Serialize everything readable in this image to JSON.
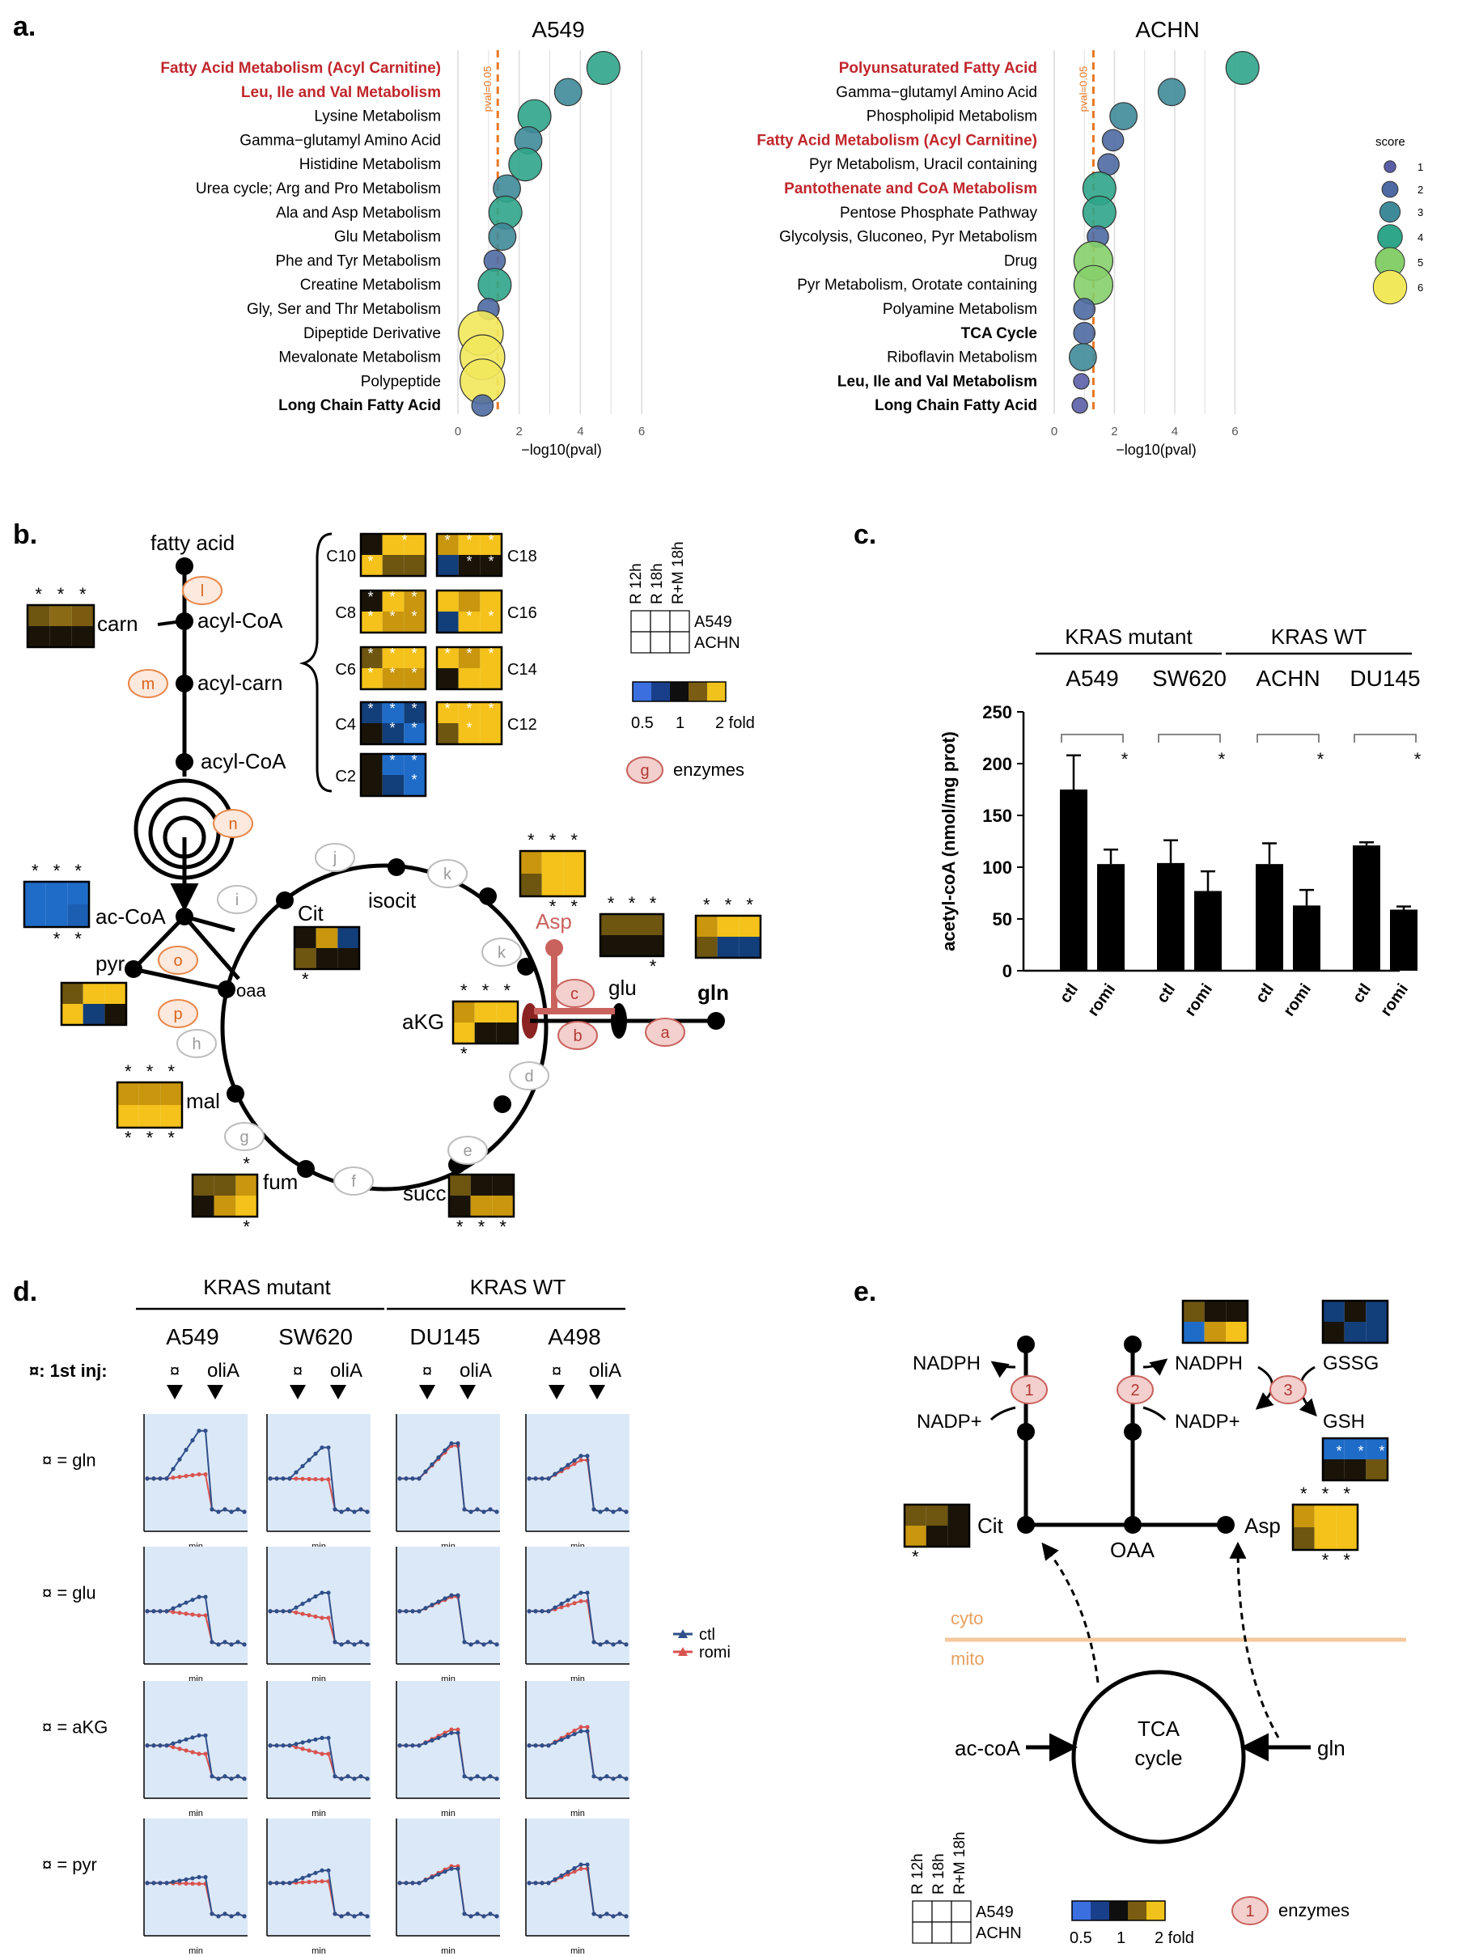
{
  "panel_labels": {
    "a": "a.",
    "b": "b.",
    "c": "c.",
    "d": "d.",
    "e": "e."
  },
  "panel_a": {
    "panels": [
      {
        "title": "A549",
        "xlabel": "−log10(pval)",
        "threshold_label": "pval=0.05",
        "threshold": 1.3,
        "xticks": [
          "0",
          "2",
          "4",
          "6"
        ],
        "xmax": 6.5,
        "rows": [
          {
            "label": "Fatty Acid Metabolism (Acyl Carnitine)",
            "x": 4.75,
            "score": 4,
            "style": "red"
          },
          {
            "label": "Leu, Ile and Val Metabolism",
            "x": 3.6,
            "score": 3,
            "style": "red"
          },
          {
            "label": "Lysine Metabolism",
            "x": 2.5,
            "score": 4,
            "style": "normal"
          },
          {
            "label": "Gamma−glutamyl Amino Acid",
            "x": 2.3,
            "score": 3,
            "style": "normal"
          },
          {
            "label": "Histidine Metabolism",
            "x": 2.2,
            "score": 4,
            "style": "normal"
          },
          {
            "label": "Urea cycle; Arg and Pro Metabolism",
            "x": 1.6,
            "score": 3,
            "style": "normal"
          },
          {
            "label": "Ala and Asp Metabolism",
            "x": 1.55,
            "score": 4,
            "style": "normal"
          },
          {
            "label": "Glu Metabolism",
            "x": 1.45,
            "score": 3,
            "style": "normal"
          },
          {
            "label": "Phe and Tyr Metabolism",
            "x": 1.2,
            "score": 2,
            "style": "normal"
          },
          {
            "label": "Creatine Metabolism",
            "x": 1.2,
            "score": 4,
            "style": "normal"
          },
          {
            "label": "Gly, Ser and Thr Metabolism",
            "x": 1.0,
            "score": 2,
            "style": "normal"
          },
          {
            "label": "Dipeptide Derivative",
            "x": 0.75,
            "score": 6,
            "style": "normal"
          },
          {
            "label": "Mevalonate Metabolism",
            "x": 0.8,
            "score": 6,
            "style": "normal"
          },
          {
            "label": "Polypeptide",
            "x": 0.8,
            "score": 6,
            "style": "normal"
          },
          {
            "label": "Long Chain Fatty Acid",
            "x": 0.8,
            "score": 2,
            "style": "bold"
          }
        ]
      },
      {
        "title": "ACHN",
        "xlabel": "−log10(pval)",
        "threshold_label": "pval=0.05",
        "threshold": 1.3,
        "xticks": [
          "0",
          "2",
          "4",
          "6"
        ],
        "xmax": 6.5,
        "rows": [
          {
            "label": "Polyunsaturated Fatty Acid",
            "x": 6.25,
            "score": 4,
            "style": "red"
          },
          {
            "label": "Gamma−glutamyl Amino Acid",
            "x": 3.9,
            "score": 3,
            "style": "normal"
          },
          {
            "label": "Phospholipid Metabolism",
            "x": 2.3,
            "score": 3,
            "style": "normal"
          },
          {
            "label": "Fatty Acid Metabolism (Acyl Carnitine)",
            "x": 1.95,
            "score": 2,
            "style": "red"
          },
          {
            "label": "Pyr Metabolism, Uracil containing",
            "x": 1.8,
            "score": 2,
            "style": "normal"
          },
          {
            "label": "Pantothenate and CoA Metabolism",
            "x": 1.5,
            "score": 4,
            "style": "red"
          },
          {
            "label": "Pentose Phosphate Pathway",
            "x": 1.5,
            "score": 4,
            "style": "normal"
          },
          {
            "label": "Glycolysis, Gluconeo, Pyr Metabolism",
            "x": 1.45,
            "score": 2,
            "style": "normal"
          },
          {
            "label": "Drug",
            "x": 1.3,
            "score": 5,
            "style": "normal"
          },
          {
            "label": "Pyr Metabolism, Orotate containing",
            "x": 1.3,
            "score": 5,
            "style": "normal"
          },
          {
            "label": "Polyamine Metabolism",
            "x": 1.0,
            "score": 2,
            "style": "normal"
          },
          {
            "label": "TCA Cycle",
            "x": 1.0,
            "score": 2,
            "style": "bold"
          },
          {
            "label": "Riboflavin Metabolism",
            "x": 0.95,
            "score": 3,
            "style": "normal"
          },
          {
            "label": "Leu, Ile and Val Metabolism",
            "x": 0.9,
            "score": 1,
            "style": "bold"
          },
          {
            "label": "Long Chain Fatty Acid",
            "x": 0.85,
            "score": 1,
            "style": "bold"
          }
        ]
      }
    ],
    "legend": {
      "title": "score",
      "items": [
        "1",
        "2",
        "3",
        "4",
        "5",
        "6"
      ]
    },
    "colors": {
      "red_label": "#c0272d",
      "threshold": "#e87722",
      "grid": "#dddddd",
      "score_fill": [
        "#5b5ea6",
        "#4e6aa3",
        "#3f8a99",
        "#2fa58a",
        "#86cf6a",
        "#f2e85c"
      ]
    }
  },
  "panel_b": {
    "nodes": {
      "fatty_acid": "fatty acid",
      "acyl_coa": "acyl-CoA",
      "acyl_carn": "acyl-carn",
      "acyl_coa2": "acyl-CoA",
      "carn": "carn",
      "ac_coa": "ac-CoA",
      "pyr": "pyr",
      "oaa": "oaa",
      "cit": "Cit",
      "isocit": "isocit",
      "akg": "aKG",
      "mal": "mal",
      "fum": "fum",
      "succ": "succ",
      "asp": "Asp",
      "glu": "glu",
      "gln": "gln"
    },
    "chains_left": [
      "C10",
      "C8",
      "C6",
      "C4",
      "C2"
    ],
    "chains_right": [
      "C18",
      "C16",
      "C14",
      "C12"
    ],
    "enzymes_orange": [
      "l",
      "m",
      "n",
      "o",
      "p"
    ],
    "enzymes_gray": [
      "h",
      "i",
      "j",
      "k",
      "k",
      "d",
      "e",
      "f",
      "g"
    ],
    "enzymes_red": [
      "a",
      "b",
      "c"
    ],
    "legend": {
      "cols": [
        "R 12h",
        "R 18h",
        "R+M 18h"
      ],
      "rows": [
        "A549",
        "ACHN"
      ],
      "scale_low": "0.5",
      "scale_mid": "1",
      "scale_high": "2 fold",
      "enzyme_key": "g",
      "enzyme_label": "enzymes"
    }
  },
  "panel_c": {
    "chart_data": {
      "type": "bar",
      "groups_header": [
        {
          "label": "KRAS mutant",
          "cells": [
            "A549",
            "SW620"
          ]
        },
        {
          "label": "KRAS WT",
          "cells": [
            "ACHN",
            "DU145"
          ]
        }
      ],
      "categories": [
        "A549",
        "SW620",
        "ACHN",
        "DU145"
      ],
      "conditions": [
        "ctl",
        "romi"
      ],
      "series": [
        {
          "name": "ctl",
          "values": [
            175,
            104,
            103,
            121
          ],
          "errors": [
            33,
            22,
            20,
            3
          ]
        },
        {
          "name": "romi",
          "values": [
            103,
            77,
            63,
            59
          ],
          "errors": [
            14,
            19,
            15,
            3
          ]
        }
      ],
      "significance": [
        "*",
        "*",
        "*",
        "*"
      ],
      "ylabel": "acetyl-coA (nmol/mg prot)",
      "ylim": [
        0,
        250
      ],
      "yticks": [
        "0",
        "50",
        "100",
        "150",
        "200",
        "250"
      ]
    }
  },
  "panel_d": {
    "groups": [
      {
        "label": "KRAS mutant"
      },
      {
        "label": "KRAS WT"
      }
    ],
    "cells": [
      "A549",
      "SW620",
      "DU145",
      "A498"
    ],
    "first_inj_label": "¤: 1st inj:",
    "first_inj_symbol": "¤",
    "second_inj_label": "oliA",
    "rows": [
      "¤ = gln",
      "¤ = glu",
      "¤ = aKG",
      "¤ = pyr"
    ],
    "x_axis_label": "min",
    "legend": [
      {
        "name": "ctl",
        "color": "#2f4f8a"
      },
      {
        "name": "romi",
        "color": "#d9534f"
      }
    ],
    "ctl_peak": [
      [
        170,
        150,
        155,
        140
      ],
      [
        130,
        135,
        132,
        135
      ],
      [
        125,
        122,
        128,
        130
      ],
      [
        120,
        128,
        130,
        135
      ]
    ],
    "romi_peak": [
      [
        118,
        112,
        152,
        135
      ],
      [
        108,
        105,
        130,
        125
      ],
      [
        103,
        103,
        132,
        135
      ],
      [
        112,
        115,
        133,
        130
      ]
    ]
  },
  "panel_e": {
    "labels": {
      "nadph1": "NADPH",
      "nadp1": "NADP+",
      "nadph2": "NADPH",
      "nadp2": "NADP+",
      "gssg": "GSSG",
      "gsh": "GSH",
      "cit": "Cit",
      "oaa": "OAA",
      "asp": "Asp",
      "cyto": "cyto",
      "mito": "mito",
      "tca1": "TCA",
      "tca2": "cycle",
      "accoa": "ac-coA",
      "gln": "gln"
    },
    "enzymes": [
      "1",
      "2",
      "3"
    ],
    "legend": {
      "cols": [
        "R 12h",
        "R 18h",
        "R+M 18h"
      ],
      "rows": [
        "A549",
        "ACHN"
      ],
      "scale_low": "0.5",
      "scale_mid": "1",
      "scale_high": "2 fold",
      "enzyme_key": "1",
      "enzyme_label": "enzymes"
    }
  }
}
